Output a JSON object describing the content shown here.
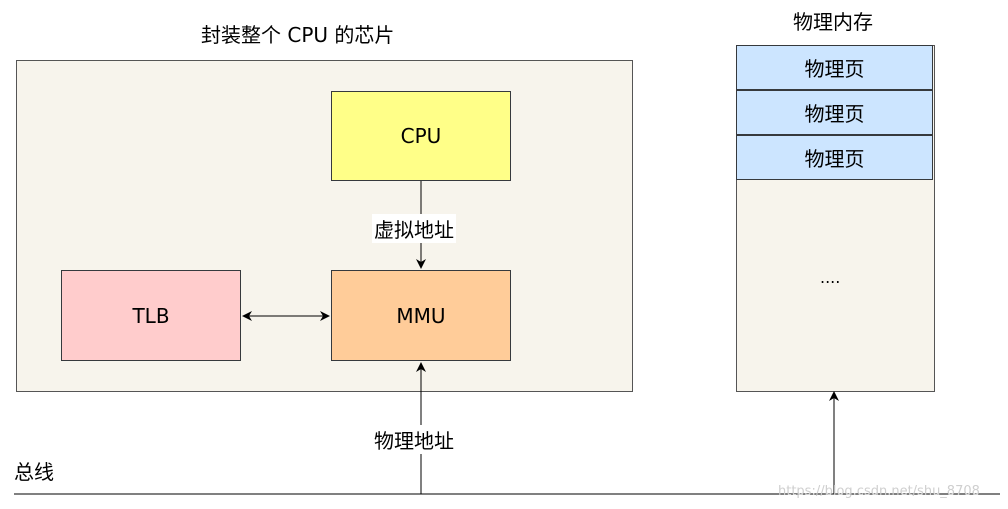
{
  "chip_title": "封装整个 CPU 的芯片",
  "memory_title": "物理内存",
  "nodes": {
    "cpu": "CPU",
    "mmu": "MMU",
    "tlb": "TLB"
  },
  "memory_pages": [
    "物理页",
    "物理页",
    "物理页"
  ],
  "memory_more": "....",
  "edges": {
    "virtual_address": "虚拟地址",
    "physical_address": "物理地址"
  },
  "bus_label": "总线",
  "watermark": "https://blog.csdn.net/shu_8708"
}
